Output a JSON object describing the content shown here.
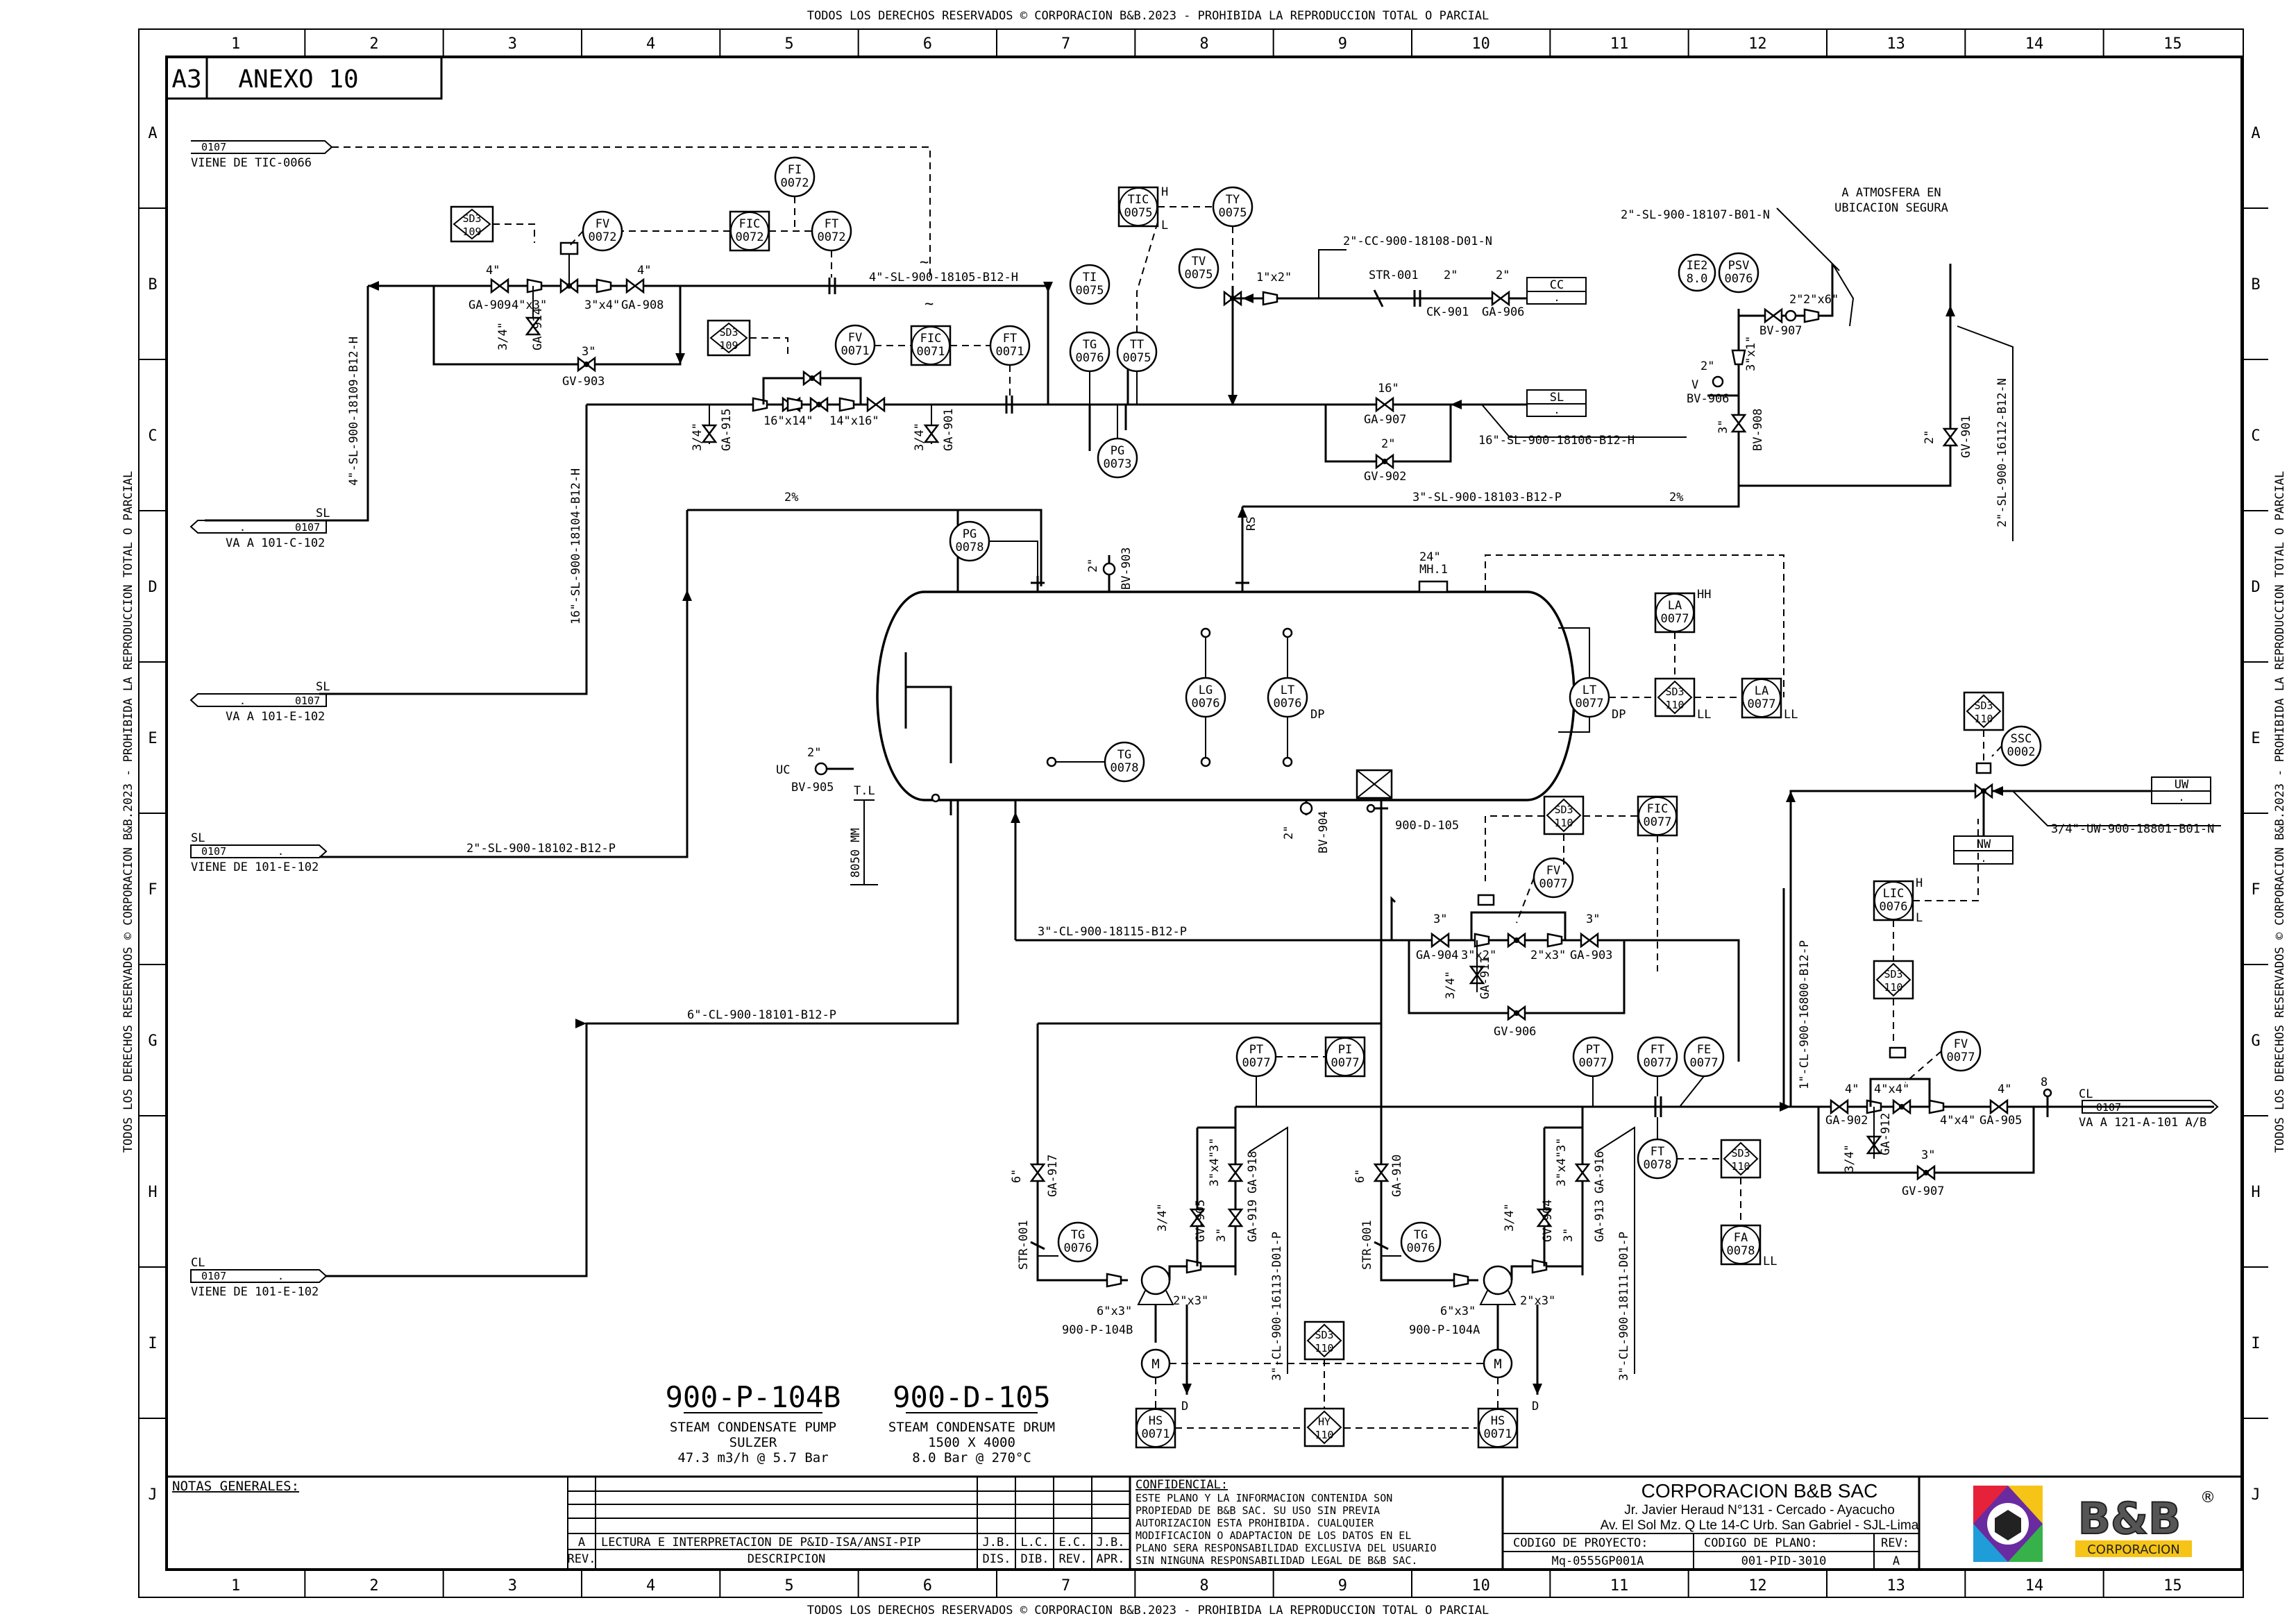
{
  "copyright": "TODOS LOS DERECHOS RESERVADOS © CORPORACION B&B.2023 - PROHIBIDA LA REPRODUCCION TOTAL O PARCIAL",
  "grid": {
    "columns": [
      "1",
      "2",
      "3",
      "4",
      "5",
      "6",
      "7",
      "8",
      "9",
      "10",
      "11",
      "12",
      "13",
      "14",
      "15"
    ],
    "rows": [
      "A",
      "B",
      "C",
      "D",
      "E",
      "F",
      "G",
      "H",
      "I",
      "J"
    ]
  },
  "sheet_size": "A3",
  "annex": "ANEXO 10",
  "offpage": {
    "tic": {
      "sheet": "0107",
      "text": "VIENE DE TIC-0066"
    },
    "sl_out1": {
      "service": "SL",
      "sheet": "0107",
      "dot": ".",
      "text": "VA A 101-C-102"
    },
    "sl_out2": {
      "service": "SL",
      "sheet": "0107",
      "dot": ".",
      "text": "VA A 101-E-102"
    },
    "sl_in": {
      "service": "SL",
      "sheet": "0107",
      "dot": ".",
      "text": "VIENE DE 101-E-102"
    },
    "cl_in": {
      "service": "CL",
      "sheet": "0107",
      "dot": ".",
      "text": "VIENE DE 101-E-102"
    },
    "cl_out": {
      "service": "CL",
      "sheet": "0107",
      "text": "VA A 121-A-101 A/B"
    },
    "cc": {
      "service": "CC",
      "dot": "."
    },
    "sl_r": {
      "service": "SL",
      "dot": "."
    },
    "uw": {
      "service": "UW",
      "dot": "."
    },
    "nw": {
      "service": "NW",
      "dot": "."
    }
  },
  "lines": {
    "l18105": "4\"-SL-900-18105-B12-H",
    "l18109": "4\"-SL-900-18109-B12-H",
    "l18104": "16\"-SL-900-18104-B12-H",
    "l18102": "2\"-SL-900-18102-B12-P",
    "l18108": "2\"-CC-900-18108-D01-N",
    "l18107": "2\"-SL-900-18107-B01-N",
    "l18106": "16\"-SL-900-18106-B12-H",
    "l18103": "3\"-SL-900-18103-B12-P",
    "l16112": "2\"-SL-900-16112-B12-N",
    "l18115": "3\"-CL-900-18115-B12-P",
    "l18101": "6\"-CL-900-18101-B12-P",
    "l16800": "1\"-CL-900-16800-B12-P",
    "l18801": "3/4\"-UW-900-18801-B01-N",
    "l16113": "3\"-CL-900-16113-D01-P",
    "l18111": "3\"-CL-900-18111-D01-P"
  },
  "atmosphere": [
    "A ATMOSFERA EN",
    "UBICACION SEGURA"
  ],
  "instruments": {
    "fi72": [
      "FI",
      "0072"
    ],
    "fv72": [
      "FV",
      "0072"
    ],
    "fic72": [
      "FIC",
      "0072"
    ],
    "ft72": [
      "FT",
      "0072"
    ],
    "sd3109a": [
      "SD3",
      "109"
    ],
    "sd3109b": [
      "SD3",
      "109"
    ],
    "fv71": [
      "FV",
      "0071"
    ],
    "fic71": [
      "FIC",
      "0071"
    ],
    "ft71": [
      "FT",
      "0071"
    ],
    "tic75": [
      "TIC",
      "0075"
    ],
    "ty75": [
      "TY",
      "0075"
    ],
    "tv75": [
      "TV",
      "0075"
    ],
    "ti75": [
      "TI",
      "0075"
    ],
    "tg76": [
      "TG",
      "0076"
    ],
    "tt75": [
      "TT",
      "0075"
    ],
    "pg73": [
      "PG",
      "0073"
    ],
    "ie2": [
      "IE2",
      "8.0"
    ],
    "psv76": [
      "PSV",
      "0076"
    ],
    "pg78": [
      "PG",
      "0078"
    ],
    "lg76": [
      "LG",
      "0076"
    ],
    "lt76": [
      "LT",
      "0076"
    ],
    "lt77": [
      "LT",
      "0077"
    ],
    "tg78": [
      "TG",
      "0078"
    ],
    "la77h": [
      "LA",
      "0077"
    ],
    "sd3110a": [
      "SD3",
      "110"
    ],
    "la77l": [
      "LA",
      "0077"
    ],
    "sd3110b": [
      "SD3",
      "110"
    ],
    "fic77": [
      "FIC",
      "0077"
    ],
    "fv77": [
      "FV",
      "0077"
    ],
    "pt77a": [
      "PT",
      "0077"
    ],
    "pi77": [
      "PI",
      "0077"
    ],
    "pt77b": [
      "PT",
      "0077"
    ],
    "ft77": [
      "FT",
      "0077"
    ],
    "fe77": [
      "FE",
      "0077"
    ],
    "ft78": [
      "FT",
      "0078"
    ],
    "sd3110c": [
      "SD3",
      "110"
    ],
    "fa78": [
      "FA",
      "0078"
    ],
    "tg76a": [
      "TG",
      "0076"
    ],
    "tg76b": [
      "TG",
      "0076"
    ],
    "sd3110d": [
      "SD3",
      "110"
    ],
    "hs71a": [
      "HS",
      "0071"
    ],
    "hy110": [
      "HY",
      "110"
    ],
    "hs71b": [
      "HS",
      "0071"
    ],
    "lic76": [
      "LIC",
      "0076"
    ],
    "sd3110e": [
      "SD3",
      "110"
    ],
    "fv77b": [
      "FV",
      "0077"
    ],
    "sd3110f": [
      "SD3",
      "110"
    ],
    "ssc2": [
      "SSC",
      "0002"
    ]
  },
  "tags": {
    "ga909": "GA-909",
    "ga914": "GA-914",
    "ga908": "GA-908",
    "gv903": "GV-903",
    "r4x3": "4\"x3\"",
    "r3x4": "3\"x4\"",
    "s4a": "4\"",
    "s4b": "4\"",
    "s34a": "3/4\"",
    "s3a": "3\"",
    "ga915": "GA-915",
    "r16x14": "16\"x14\"",
    "r14x16": "14\"x16\"",
    "ga901": "GA-901",
    "s34b": "3/4\"",
    "r1x2": "1\"x2\"",
    "str001": "STR-001",
    "s2a": "2\"",
    "s2b": "2\"",
    "ck901": "CK-901",
    "ga906": "GA-906",
    "s16": "16\"",
    "ga907": "GA-907",
    "s2c": "2\"",
    "gv902": "GV-902",
    "bv907": "BV-907",
    "r2x6": "2\"x6\"",
    "s2d": "2\"",
    "r3x1": "3\"x1\"",
    "s2e": "2\"",
    "bv906": "BV-906",
    "s3b": "3\"",
    "bv908": "BV-908",
    "s2f": "2\"",
    "gv901": "GV-901",
    "vh": "V",
    "pct1": "2%",
    "pct2": "2%",
    "rs": "RS",
    "s2g": "2\"",
    "bv903": "BV-903",
    "mh": "24\"",
    "mh1": "MH.1",
    "dp1": "DP",
    "dp2": "DP",
    "hh": "HH",
    "ll1": "LL",
    "ll2": "LL",
    "uc": "UC",
    "s2h": "2\"",
    "bv905": "BV-905",
    "tl": "T.L",
    "elev": "8050 MM",
    "s2i": "2\"",
    "bv904": "BV-904",
    "drum_tag": "900-D-105",
    "s3c": "3\"",
    "ga904": "GA-904",
    "r3x2": "3\"x2\"",
    "ga911": "GA-911",
    "s34c": "3/4\"",
    "r2x3": "2\"x3\"",
    "s3d": "3\"",
    "ga903": "GA-903",
    "gv906": "GV-906",
    "s6a": "6\"",
    "ga917": "GA-917",
    "str001a": "STR-001",
    "s3e": "3\"",
    "r3x4b": "3\"x4\"",
    "ga918": "GA-918",
    "s34d": "3/4\"",
    "gv905": "GV-905",
    "s3f": "3\"",
    "ga919": "GA-919",
    "r6x3a": "6\"x3\"",
    "r2x3b": "2\"x3\"",
    "p104b": "900-P-104B",
    "d1": "D",
    "s6b": "6\"",
    "ga910": "GA-910",
    "str001b": "STR-001",
    "s3g": "3\"",
    "r3x4c": "3\"x4\"",
    "ga916": "GA-916",
    "s34e": "3/4\"",
    "gv904": "GV-904",
    "s3h": "3\"",
    "ga913": "GA-913",
    "r6x3b": "6\"x3\"",
    "r2x3c": "2\"x3\"",
    "p104a": "900-P-104A",
    "d2": "D",
    "h1": "H",
    "l1": "L",
    "h2": "H",
    "l2": "L",
    "s4c": "4\"",
    "ga902": "GA-902",
    "r4x4a": "4\"x4\"",
    "ga912": "GA-912",
    "s34f": "3/4\"",
    "r4x4b": "4\"x4\"",
    "s4d": "4\"",
    "ga905": "GA-905",
    "s3i": "3\"",
    "gv907": "GV-907",
    "m": "M",
    "ll3": "LL",
    "s8": "8"
  },
  "equipment": {
    "pump": {
      "tag": "900-P-104B",
      "name": "STEAM CONDENSATE PUMP",
      "maker": "SULZER",
      "rating": "47.3 m3/h @ 5.7 Bar"
    },
    "drum": {
      "tag": "900-D-105",
      "name": "STEAM CONDENSATE DRUM",
      "size": "1500 X 4000",
      "rating": "8.0 Bar @ 270°C"
    }
  },
  "title_block": {
    "notes_label": "NOTAS GENERALES:",
    "rev_letter": "A",
    "rev_desc": "LECTURA E INTERPRETACION DE P&ID-ISA/ANSI-PIP",
    "rev_jb": "J.B.",
    "rev_lc": "L.C.",
    "rev_ec": "E.C.",
    "rev_jb2": "J.B.",
    "h_rev": "REV.",
    "h_desc": "DESCRIPCION",
    "h_dis": "DIS.",
    "h_dib": "DIB.",
    "h_rev2": "REV.",
    "h_apr": "APR.",
    "conf_title": "CONFIDENCIAL:",
    "conf_lines": [
      "ESTE PLANO Y LA INFORMACION CONTENIDA SON",
      "PROPIEDAD DE B&B SAC. SU USO SIN PREVIA",
      "AUTORIZACION ESTA PROHIBIDA. CUALQUIER",
      "MODIFICACION O ADAPTACION DE LOS DATOS EN EL",
      "PLANO SERA RESPONSABILIDAD EXCLUSIVA DEL USUARIO",
      "SIN NINGUNA RESPONSABILIDAD LEGAL DE B&B SAC."
    ],
    "company": "CORPORACION B&B SAC",
    "addr1": "Jr. Javier Heraud N°131 - Cercado - Ayacucho",
    "addr2": "Av. El Sol Mz. Q Lte 14-C Urb. San Gabriel - SJL-Lima",
    "proj_label": "CODIGO DE PROYECTO:",
    "proj_value": "Mq-0555GP001A",
    "plan_label": "CODIGO DE PLANO:",
    "plan_value": "001-PID-3010",
    "rev_label": "REV:",
    "rev_value": "A",
    "logo_text": "B&B",
    "logo_reg": "®",
    "logo_sub": "CORPORACION"
  }
}
